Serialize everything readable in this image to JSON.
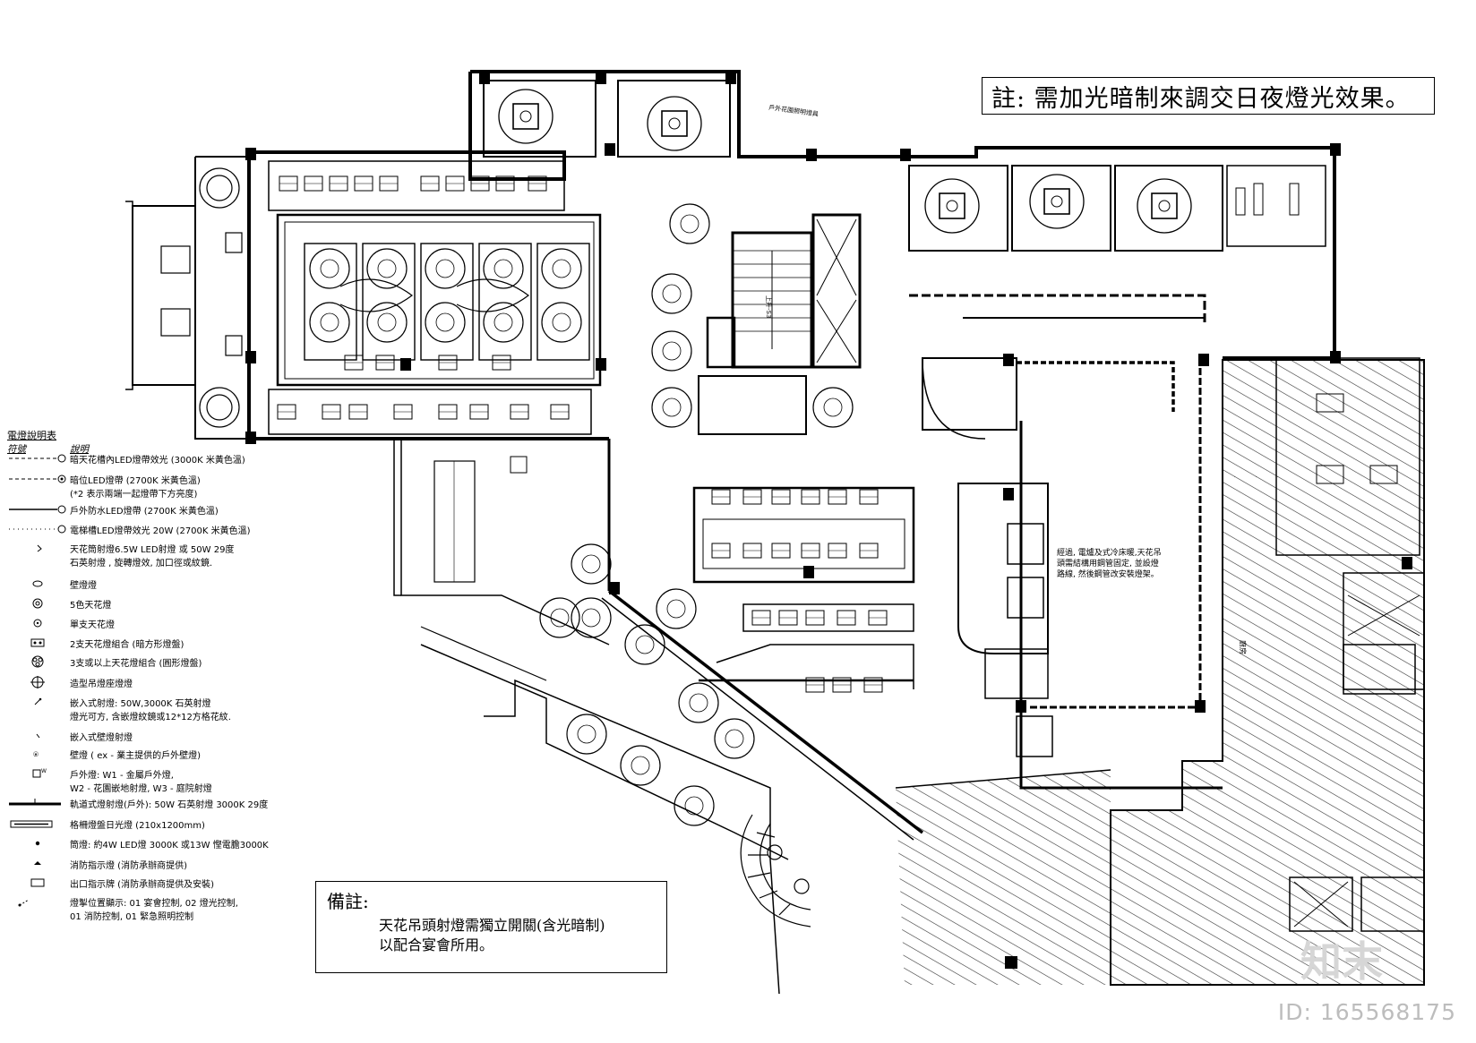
{
  "note": "註: 需加光暗制來調交日夜燈光效果。",
  "legend": {
    "title": "電燈說明表",
    "header": {
      "symbol": "符號",
      "description": "說明"
    },
    "items": [
      {
        "icon": "dashed-line-circle-icon",
        "text": "暗天花槽內LED燈帶效光 (3000K 米黃色溫)"
      },
      {
        "icon": "dashed-line-double-circle-icon",
        "text": "暗位LED燈帶 (2700K 米黃色溫)\n(*2 表示兩端一起燈帶下方亮度)"
      },
      {
        "icon": "line-circle-icon",
        "text": "戶外防水LED燈帶 (2700K 米黃色溫)"
      },
      {
        "icon": "dotted-line-circle-icon",
        "text": "電梯槽LED燈帶效光 20W (2700K 米黃色溫)"
      },
      {
        "icon": "spotlight-icon",
        "text": "天花筒射燈6.5W LED射燈 或 50W 29度\n石英射燈 , 旋轉燈效, 加口徑或紋鏡."
      },
      {
        "icon": "wall-lamp-icon",
        "text": "壁燈燈"
      },
      {
        "icon": "double-ring-icon",
        "text": "5色天花燈"
      },
      {
        "icon": "ring-dot-icon",
        "text": "單支天花燈"
      },
      {
        "icon": "twin-lamp-icon",
        "text": "2支天花燈組合 (暗方形燈盤)"
      },
      {
        "icon": "triple-lamp-icon",
        "text": "3支或以上天花燈組合 (圓形燈盤)"
      },
      {
        "icon": "crosshair-icon",
        "text": "造型吊燈座燈燈"
      },
      {
        "icon": "tilt-spot-icon",
        "text": "嵌入式射燈: 50W,3000K 石英射燈\n燈光可方, 含嵌燈紋鏡或12*12方格花紋."
      },
      {
        "icon": "small-spot-icon",
        "text": "嵌入式壁燈射燈"
      },
      {
        "icon": "floor-lamp-icon",
        "text": "壁燈 ( ex - 業主提供的戶外壁燈)"
      },
      {
        "icon": "outdoor-lamp-icon",
        "text": "戶外燈: W1 - 金屬戶外燈,\n          W2 - 花園嵌地射燈, W3 - 庭院射燈"
      },
      {
        "icon": "track-light-icon",
        "text": "軌道式燈射燈(戶外): 50W 石英射燈 3000K 29度"
      },
      {
        "icon": "panel-light-icon",
        "text": "格柵燈盤日光燈 (210x1200mm)"
      },
      {
        "icon": "bullet-icon",
        "text": "筒燈: 約4W LED燈 3000K 或13W 慳電膽3000K"
      },
      {
        "icon": "emergency-icon",
        "text": "消防指示燈 (消防承辦商提供)"
      },
      {
        "icon": "exit-sign-icon",
        "text": "出口指示牌 (消防承辦商提供及安裝)"
      },
      {
        "icon": "switch-icon",
        "text": "燈掣位置顯示: 01 宴會控制, 02 燈光控制,\n          01 消防控制, 01 緊急照明控制"
      }
    ]
  },
  "remark": {
    "title": "備註:",
    "body": "天花吊頭射燈需獨立開關(含光暗制)\n以配合宴會所用。"
  },
  "room_note": "經過, 電爐及式冷床暖,天花吊\n頭需結構用鋼管固定, 並設燈\n路線, 然後鋼管改安裝燈架。",
  "labels": {
    "stair_a": "上升-S3",
    "kitchen": "廚房",
    "garden_note": "戶外花園照明燈具"
  },
  "watermark": {
    "logo": "知末",
    "id": "ID: 165568175"
  },
  "colors": {
    "line": "#000000",
    "hatch": "#333333",
    "watermark": "#bdbdbd"
  }
}
